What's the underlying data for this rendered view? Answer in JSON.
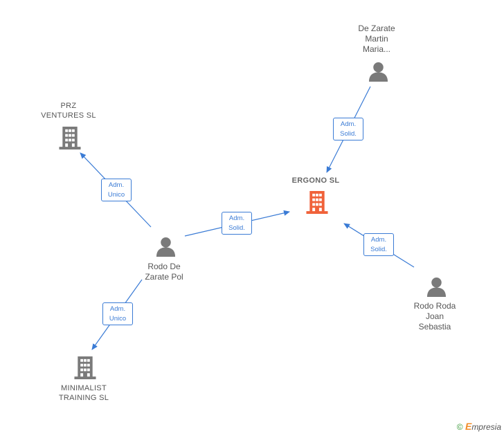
{
  "colors": {
    "edge": "#3a7bd5",
    "node_gray": "#7a7a7a",
    "node_main": "#f0623a"
  },
  "nodes": {
    "ergono": {
      "lines": [
        "ERGONO  SL"
      ],
      "icon": "building-icon"
    },
    "prz": {
      "lines": [
        "PRZ",
        "VENTURES  SL"
      ],
      "icon": "building-icon"
    },
    "minimalist": {
      "lines": [
        "MINIMALIST",
        "TRAINING  SL"
      ],
      "icon": "building-icon"
    },
    "rodo_pol": {
      "lines": [
        "Rodo De",
        "Zarate Pol"
      ],
      "icon": "person-icon"
    },
    "de_zarate": {
      "lines": [
        "De Zarate",
        "Martin",
        "Maria..."
      ],
      "icon": "person-icon"
    },
    "rodo_roda": {
      "lines": [
        "Rodo Roda",
        "Joan",
        "Sebastia"
      ],
      "icon": "person-icon"
    }
  },
  "edges": [
    {
      "id": "e1",
      "lines": [
        "Adm.",
        "Unico"
      ]
    },
    {
      "id": "e2",
      "lines": [
        "Adm.",
        "Solid."
      ]
    },
    {
      "id": "e3",
      "lines": [
        "Adm.",
        "Unico"
      ]
    },
    {
      "id": "e4",
      "lines": [
        "Adm.",
        "Solid."
      ]
    },
    {
      "id": "e5",
      "lines": [
        "Adm.",
        "Solid."
      ]
    }
  ],
  "footer": {
    "copyright": "©",
    "brand_first": "E",
    "brand_rest": "mpresia"
  }
}
